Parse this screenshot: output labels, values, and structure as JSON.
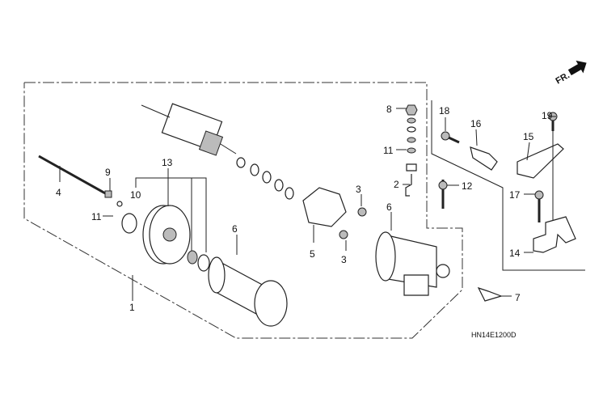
{
  "diagram": {
    "code": "HN14E1200D",
    "front_marker": "FR.",
    "callouts": {
      "c1": "1",
      "c2": "2",
      "c3a": "3",
      "c3b": "3",
      "c4": "4",
      "c5": "5",
      "c6a": "6",
      "c6b": "6",
      "c7": "7",
      "c8": "8",
      "c9": "9",
      "c10": "10",
      "c11a": "11",
      "c11b": "11",
      "c12": "12",
      "c13": "13",
      "c14": "14",
      "c15": "15",
      "c16": "16",
      "c17": "17",
      "c18": "18",
      "c19": "19"
    }
  }
}
